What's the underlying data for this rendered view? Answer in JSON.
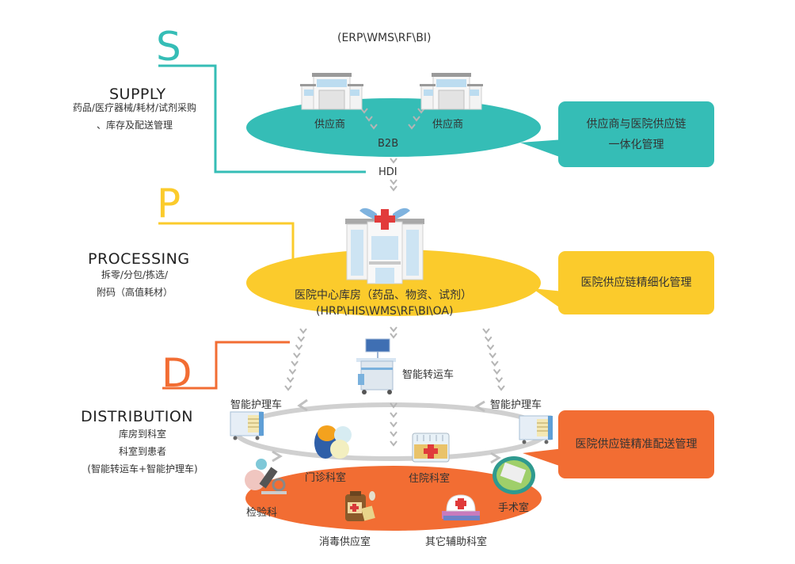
{
  "colors": {
    "supply": "#35bdb6",
    "processing": "#fbcb2c",
    "distribution": "#f26d33",
    "arrow": "#c8c8c8",
    "text": "#333333"
  },
  "stages": {
    "supply": {
      "letter": "S",
      "title": "SUPPLY",
      "desc_line1": "药品/医疗器械/耗材/试剂采购",
      "desc_line2": "、库存及配送管理"
    },
    "processing": {
      "letter": "P",
      "title": "PROCESSING",
      "desc_line1": "拆零/分包/拣选/",
      "desc_line2": "附码（高值耗材）"
    },
    "distribution": {
      "letter": "D",
      "title": "DISTRIBUTION",
      "desc_line1": "库房到科室",
      "desc_line2": "科室到患者",
      "desc_line3": "(智能转运车+智能护理车)"
    }
  },
  "supply_layer": {
    "systems": "(ERP\\WMS\\RF\\BI)",
    "supplier_left": "供应商",
    "supplier_right": "供应商",
    "b2b": "B2B",
    "hdi": "HDI",
    "callout_line1": "供应商与医院供应链",
    "callout_line2": "一体化管理"
  },
  "processing_layer": {
    "warehouse": "医院中心库房（药品、物资、试剂）",
    "systems": "(HRP\\HIS\\WMS\\RF\\BI\\OA)",
    "callout": "医院供应链精细化管理"
  },
  "distribution_layer": {
    "transfer_cart": "智能转运车",
    "nursing_cart_left": "智能护理车",
    "nursing_cart_right": "智能护理车",
    "callout": "医院供应链精准配送管理",
    "departments": {
      "outpatient": "门诊科室",
      "inpatient": "住院科室",
      "lab": "检验科",
      "surgery": "手术室",
      "disinfection": "消毒供应室",
      "auxiliary": "其它辅助科室"
    }
  }
}
